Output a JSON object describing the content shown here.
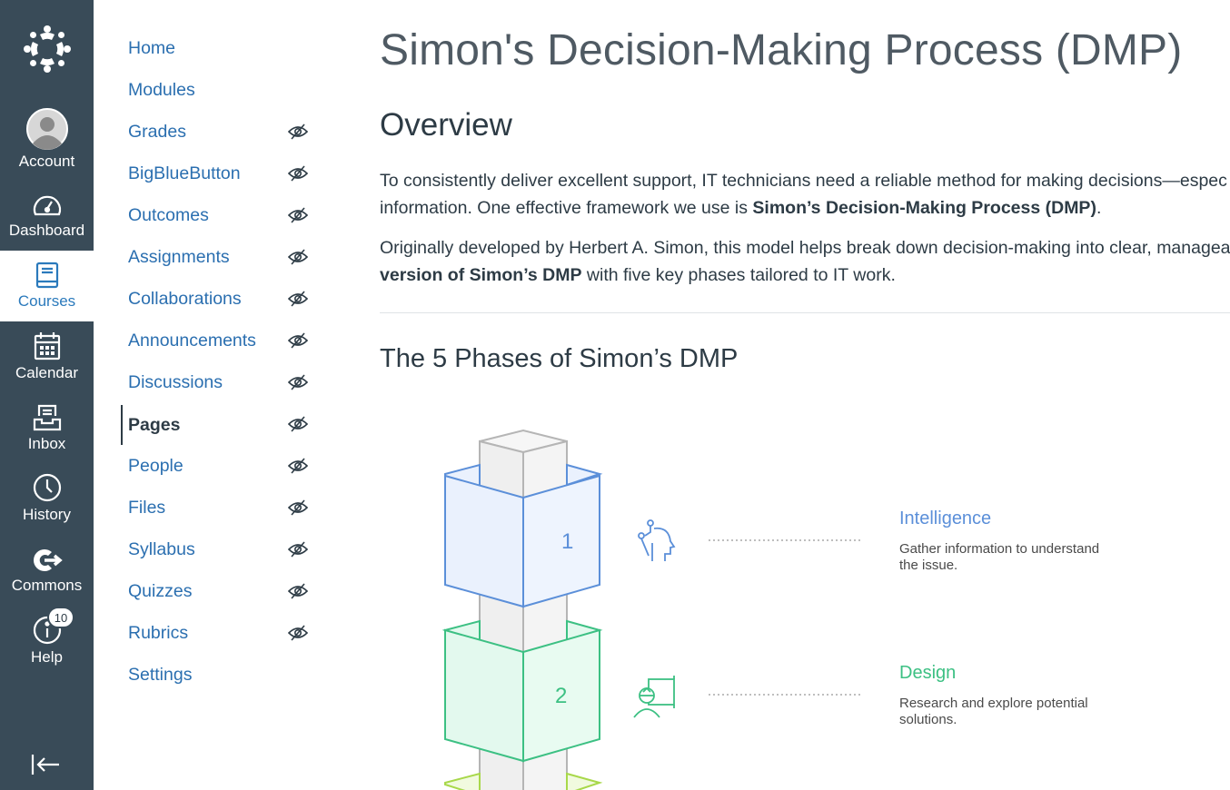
{
  "global_nav": {
    "items": [
      {
        "label": "Account",
        "icon": "avatar-icon"
      },
      {
        "label": "Dashboard",
        "icon": "speedometer-icon"
      },
      {
        "label": "Courses",
        "icon": "book-icon"
      },
      {
        "label": "Calendar",
        "icon": "calendar-icon"
      },
      {
        "label": "Inbox",
        "icon": "inbox-icon"
      },
      {
        "label": "History",
        "icon": "clock-icon"
      },
      {
        "label": "Commons",
        "icon": "commons-icon"
      },
      {
        "label": "Help",
        "icon": "info-icon",
        "badge": "10"
      }
    ],
    "active": "Courses"
  },
  "course_nav": {
    "items": [
      {
        "label": "Home",
        "hidden": false
      },
      {
        "label": "Modules",
        "hidden": false
      },
      {
        "label": "Grades",
        "hidden": true
      },
      {
        "label": "BigBlueButton",
        "hidden": true
      },
      {
        "label": "Outcomes",
        "hidden": true
      },
      {
        "label": "Assignments",
        "hidden": true
      },
      {
        "label": "Collaborations",
        "hidden": true
      },
      {
        "label": "Announcements",
        "hidden": true
      },
      {
        "label": "Discussions",
        "hidden": true
      },
      {
        "label": "Pages",
        "hidden": true
      },
      {
        "label": "People",
        "hidden": true
      },
      {
        "label": "Files",
        "hidden": true
      },
      {
        "label": "Syllabus",
        "hidden": true
      },
      {
        "label": "Quizzes",
        "hidden": true
      },
      {
        "label": "Rubrics",
        "hidden": true
      },
      {
        "label": "Settings",
        "hidden": false
      }
    ],
    "active": "Pages"
  },
  "page": {
    "title": "Simon's Decision-Making Process (DMP)",
    "overview_heading": "Overview",
    "p1_line1": "To consistently deliver excellent support, IT technicians need a reliable method for making decisions—espec",
    "p1_line2_pre": "information. One effective framework we use is ",
    "p1_line2_bold": "Simon’s Decision-Making Process (DMP)",
    "p1_line2_post": ".",
    "p2_line1": "Originally developed by Herbert A. Simon, this model helps break down decision-making into clear, managea",
    "p2_line2_bold": "version of Simon’s DMP",
    "p2_line2_post": " with five key phases tailored to IT work.",
    "phases_heading": "The 5 Phases of Simon’s DMP"
  },
  "diagram": {
    "phases": [
      {
        "number": "1",
        "title": "Intelligence",
        "desc": "Gather information to understand the issue.",
        "color": "#5b8fd9",
        "fill": "#eaf1fd",
        "icon": "brain-idea-icon"
      },
      {
        "number": "2",
        "title": "Design",
        "desc": "Research and explore potential solutions.",
        "color": "#3cc083",
        "fill": "#e3f9ee",
        "icon": "engineer-blueprint-icon"
      }
    ],
    "next_color": "#a8d84a",
    "post_color": "#b5b5b5"
  }
}
